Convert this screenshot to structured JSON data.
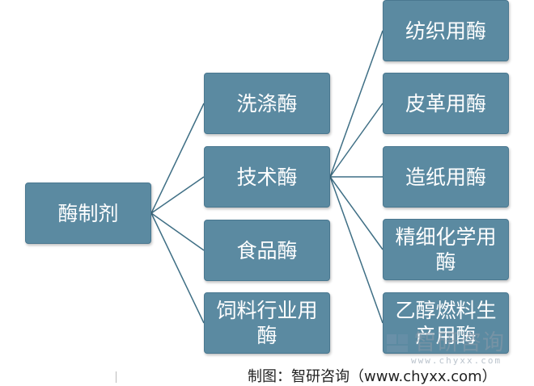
{
  "diagram": {
    "root": "酶制剂",
    "level1": [
      "洗涤酶",
      "技术酶",
      "食品酶",
      "饲料行业用酶"
    ],
    "level2": [
      "纺织用酶",
      "皮革用酶",
      "造纸用酶",
      "精细化学用酶",
      "乙醇燃料生产用酶"
    ]
  },
  "footer": {
    "caption": "制图：智研咨询（www.chyxx.com）",
    "watermark_text": "智研咨询",
    "watermark_url": "www.chyxx.com"
  },
  "colors": {
    "node_fill": "#5b8aa1",
    "node_text": "#ffffff",
    "connector": "#3f6f85"
  },
  "icons": [
    "zhiyan-logo-icon"
  ]
}
